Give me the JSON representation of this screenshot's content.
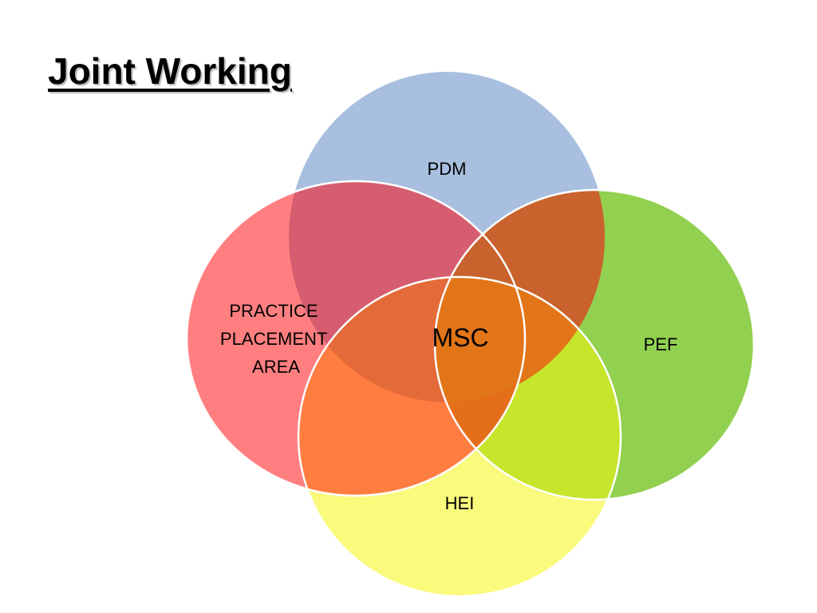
{
  "slide": {
    "title": "Joint Working"
  },
  "diagram": {
    "type": "venn",
    "sets": [
      {
        "id": "pdm",
        "label_lines": [
          "PDM"
        ],
        "color": "#A8BFDF"
      },
      {
        "id": "practice",
        "label_lines": [
          "PRACTICE",
          "PLACEMENT",
          "AREA"
        ],
        "color": "#FF7F80"
      },
      {
        "id": "pef",
        "label_lines": [
          "PEF"
        ],
        "color": "#92D050"
      },
      {
        "id": "hei",
        "label_lines": [
          "HEI"
        ],
        "color": "#FAFA7D"
      }
    ],
    "center": {
      "label": "MSC",
      "color": "#E47516"
    }
  }
}
